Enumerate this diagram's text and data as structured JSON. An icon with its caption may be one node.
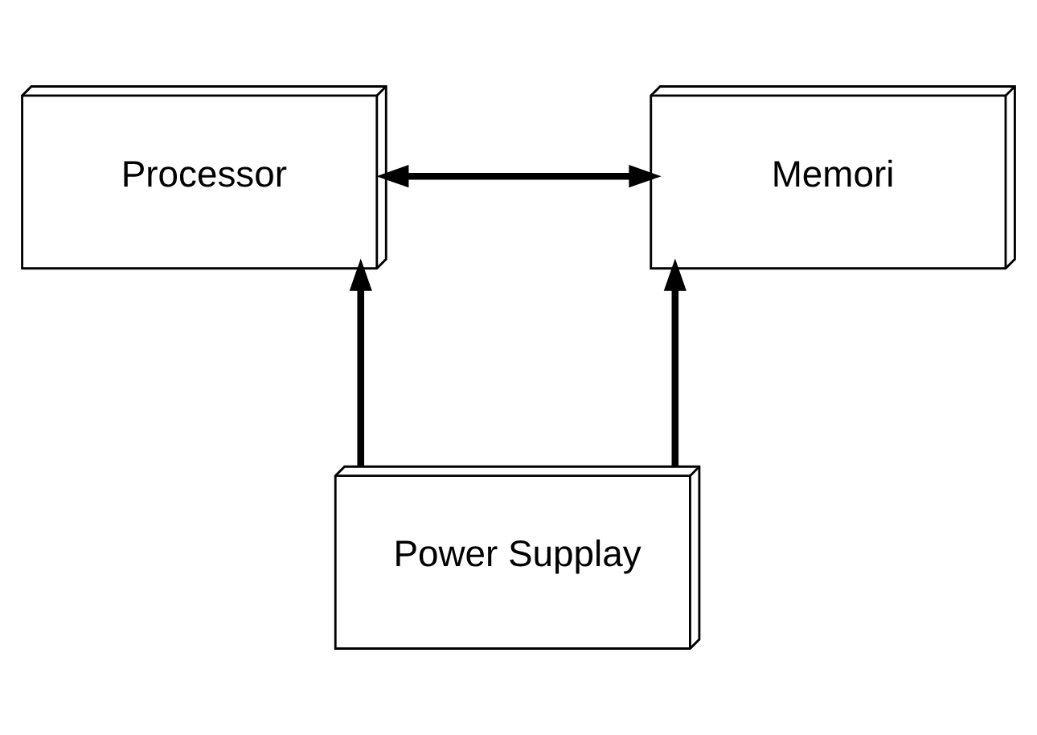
{
  "diagram": {
    "nodes": [
      {
        "text": [
          "Processor"
        ]
      },
      {
        "text": [
          "Memori"
        ]
      },
      {
        "text": [
          "Power Supplay"
        ]
      }
    ],
    "edges": [
      {
        "from": 0,
        "to": 1,
        "arrow": "both"
      },
      {
        "from": 2,
        "to": 0,
        "arrow": "to"
      },
      {
        "from": 2,
        "to": 1,
        "arrow": "to"
      }
    ]
  }
}
